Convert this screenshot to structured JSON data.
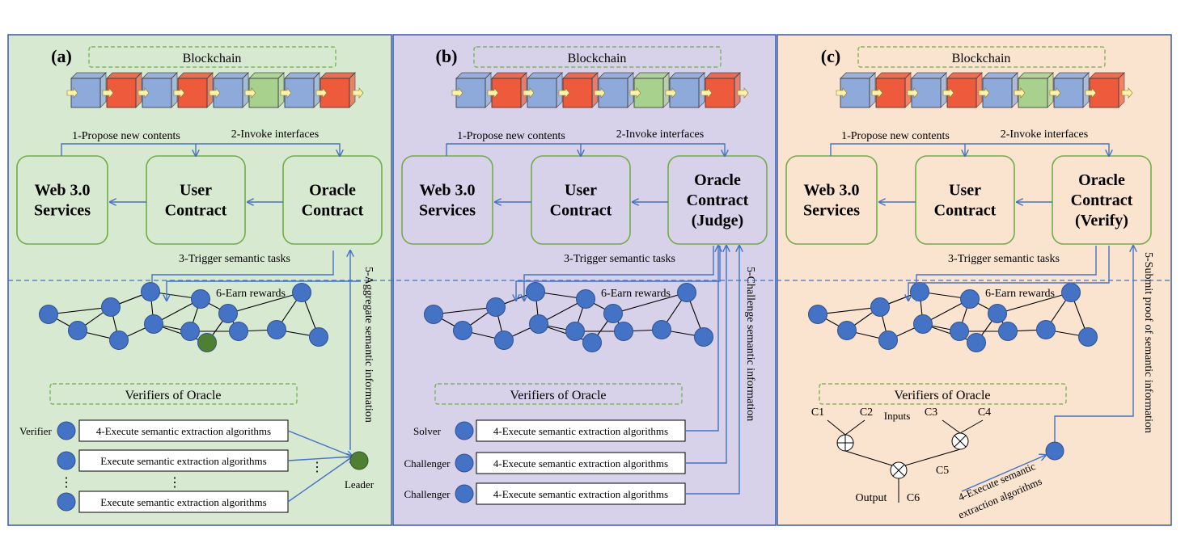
{
  "colors": {
    "panel_a": "#d8e9d2",
    "panel_b": "#d7d1e9",
    "panel_c": "#fae3cf",
    "frame": "#3a5aa6",
    "arrow": "#4472c4",
    "node": "#4472c4",
    "leader_node": "#4f7f32",
    "box_border": "#70ad47",
    "block_blue": "#8eaadb",
    "block_red": "#ee5a3c",
    "block_green": "#a9d18e"
  },
  "panels": [
    {
      "letter": "(a)",
      "blockchain": "Blockchain",
      "block_colors": [
        "blue",
        "red",
        "blue",
        "red",
        "blue",
        "green",
        "blue",
        "red"
      ],
      "step1": "1-Propose new contents",
      "step2": "2-Invoke interfaces",
      "box1": [
        "Web 3.0",
        "Services"
      ],
      "box2": [
        "User",
        "Contract"
      ],
      "box3": [
        "Oracle",
        "Contract"
      ],
      "step3": "3-Trigger semantic tasks",
      "step6": "6-Earn rewards",
      "side_label": "5-Aggregate  semantic information",
      "verifiers": "Verifiers of Oracle",
      "rows": [
        {
          "role": "Verifier",
          "task": "4-Execute semantic extraction algorithms"
        },
        {
          "role": "",
          "task": "Execute semantic extraction algorithms"
        },
        {
          "role": "",
          "task": "Execute semantic extraction algorithms"
        }
      ],
      "leader": "Leader"
    },
    {
      "letter": "(b)",
      "blockchain": "Blockchain",
      "block_colors": [
        "blue",
        "red",
        "blue",
        "red",
        "blue",
        "green",
        "blue",
        "red"
      ],
      "step1": "1-Propose new contents",
      "step2": "2-Invoke interfaces",
      "box1": [
        "Web 3.0",
        "Services"
      ],
      "box2": [
        "User",
        "Contract"
      ],
      "box3": [
        "Oracle",
        "Contract",
        "(Judge)"
      ],
      "step3": "3-Trigger semantic tasks",
      "step6": "6-Earn rewards",
      "side_label": "5-Challenge semantic information",
      "verifiers": "Verifiers of Oracle",
      "rows": [
        {
          "role": "Solver",
          "task": "4-Execute semantic extraction algorithms"
        },
        {
          "role": "Challenger",
          "task": "4-Execute semantic extraction algorithms"
        },
        {
          "role": "Challenger",
          "task": "4-Execute semantic extraction algorithms"
        }
      ]
    },
    {
      "letter": "(c)",
      "blockchain": "Blockchain",
      "block_colors": [
        "blue",
        "red",
        "blue",
        "red",
        "blue",
        "green",
        "blue",
        "red"
      ],
      "step1": "1-Propose new contents",
      "step2": "2-Invoke interfaces",
      "box1": [
        "Web 3.0",
        "Services"
      ],
      "box2": [
        "User",
        "Contract"
      ],
      "box3": [
        "Oracle",
        "Contract",
        "(Verify)"
      ],
      "step3": "3-Trigger semantic tasks",
      "step6": "6-Earn rewards",
      "side_label": "5-Submit proof of semantic information",
      "verifiers": "Verifiers of Oracle",
      "circuit": {
        "c1": "C1",
        "c2": "C2",
        "c3": "C3",
        "c4": "C4",
        "c5": "C5",
        "c6": "C6",
        "inputs": "Inputs",
        "output": "Output"
      },
      "exec_label": [
        "4-Execute semantic",
        "extraction algorithms"
      ]
    }
  ]
}
